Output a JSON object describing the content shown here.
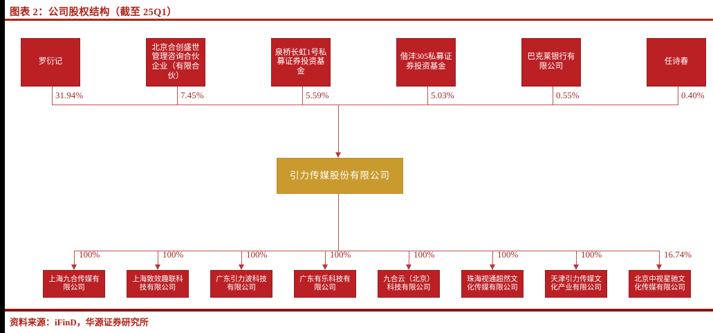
{
  "header": {
    "title": "图表 2：公司股权结构（截至 25Q1）"
  },
  "footer": {
    "source": "资料来源：iFinD，华源证券研究所"
  },
  "colors": {
    "shareholder_box": "#bb2025",
    "company_box": "#c99a2e",
    "connector": "#c0504d",
    "title_text": "#b02418",
    "rule": "#8c1512"
  },
  "chart_data": {
    "type": "diagram",
    "title": "公司股权结构（截至 25Q1）",
    "center": {
      "label": "引力传媒股份有限公司"
    },
    "shareholders": [
      {
        "label": "罗衍记",
        "pct": "31.94%"
      },
      {
        "label": "北京合创盛世管理咨询合伙企业（有限合伙）",
        "pct": "7.45%"
      },
      {
        "label": "泉桥长虹1号私募证券投资基金",
        "pct": "5.59%"
      },
      {
        "label": "偕沣305私募证券投资基金",
        "pct": "5.03%"
      },
      {
        "label": "巴克莱银行有限公司",
        "pct": "0.55%"
      },
      {
        "label": "任诗春",
        "pct": "0.40%"
      }
    ],
    "subsidiaries": [
      {
        "label": "上海九合传媒有限公司",
        "pct": "100%"
      },
      {
        "label": "上海致效趣联科技有限公司",
        "pct": "100%"
      },
      {
        "label": "广东引力波科技有限公司",
        "pct": "100%"
      },
      {
        "label": "广东有乐科技有限公司",
        "pct": "100%"
      },
      {
        "label": "九合云（北京）科技有限公司",
        "pct": "100%"
      },
      {
        "label": "珠海视通超然文化传媒有限公司",
        "pct": "100%"
      },
      {
        "label": "天津引力传媒文化产业有限公司",
        "pct": "100%"
      },
      {
        "label": "北京中视星驰文化传媒有限公司",
        "pct": "16.74%"
      }
    ]
  }
}
